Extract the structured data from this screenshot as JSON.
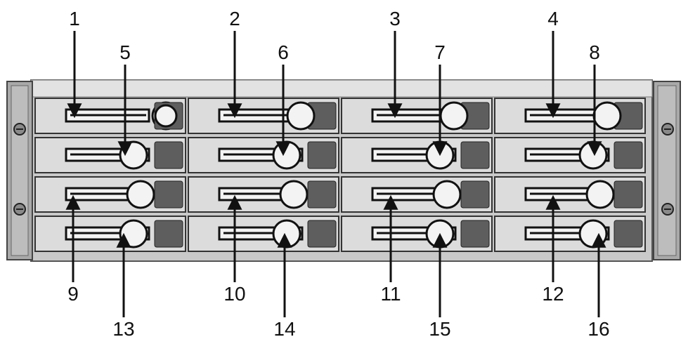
{
  "colors": {
    "chassis": "#c9c9c9",
    "bay_face": "#dcdcdc",
    "handle_dark": "#1a1a1a",
    "led_panel": "#5e5e5e",
    "ear": "#a9a9a9",
    "label_text": "#111111"
  },
  "bays": [
    {
      "number": "1"
    },
    {
      "number": "2"
    },
    {
      "number": "3"
    },
    {
      "number": "4"
    },
    {
      "number": "5"
    },
    {
      "number": "6"
    },
    {
      "number": "7"
    },
    {
      "number": "8"
    },
    {
      "number": "9"
    },
    {
      "number": "10"
    },
    {
      "number": "11"
    },
    {
      "number": "12"
    },
    {
      "number": "13"
    },
    {
      "number": "14"
    },
    {
      "number": "15"
    },
    {
      "number": "16"
    }
  ],
  "icons": {
    "arrow": "callout-arrow-icon",
    "screw": "rack-screw-icon",
    "latch": "drive-latch-icon"
  }
}
